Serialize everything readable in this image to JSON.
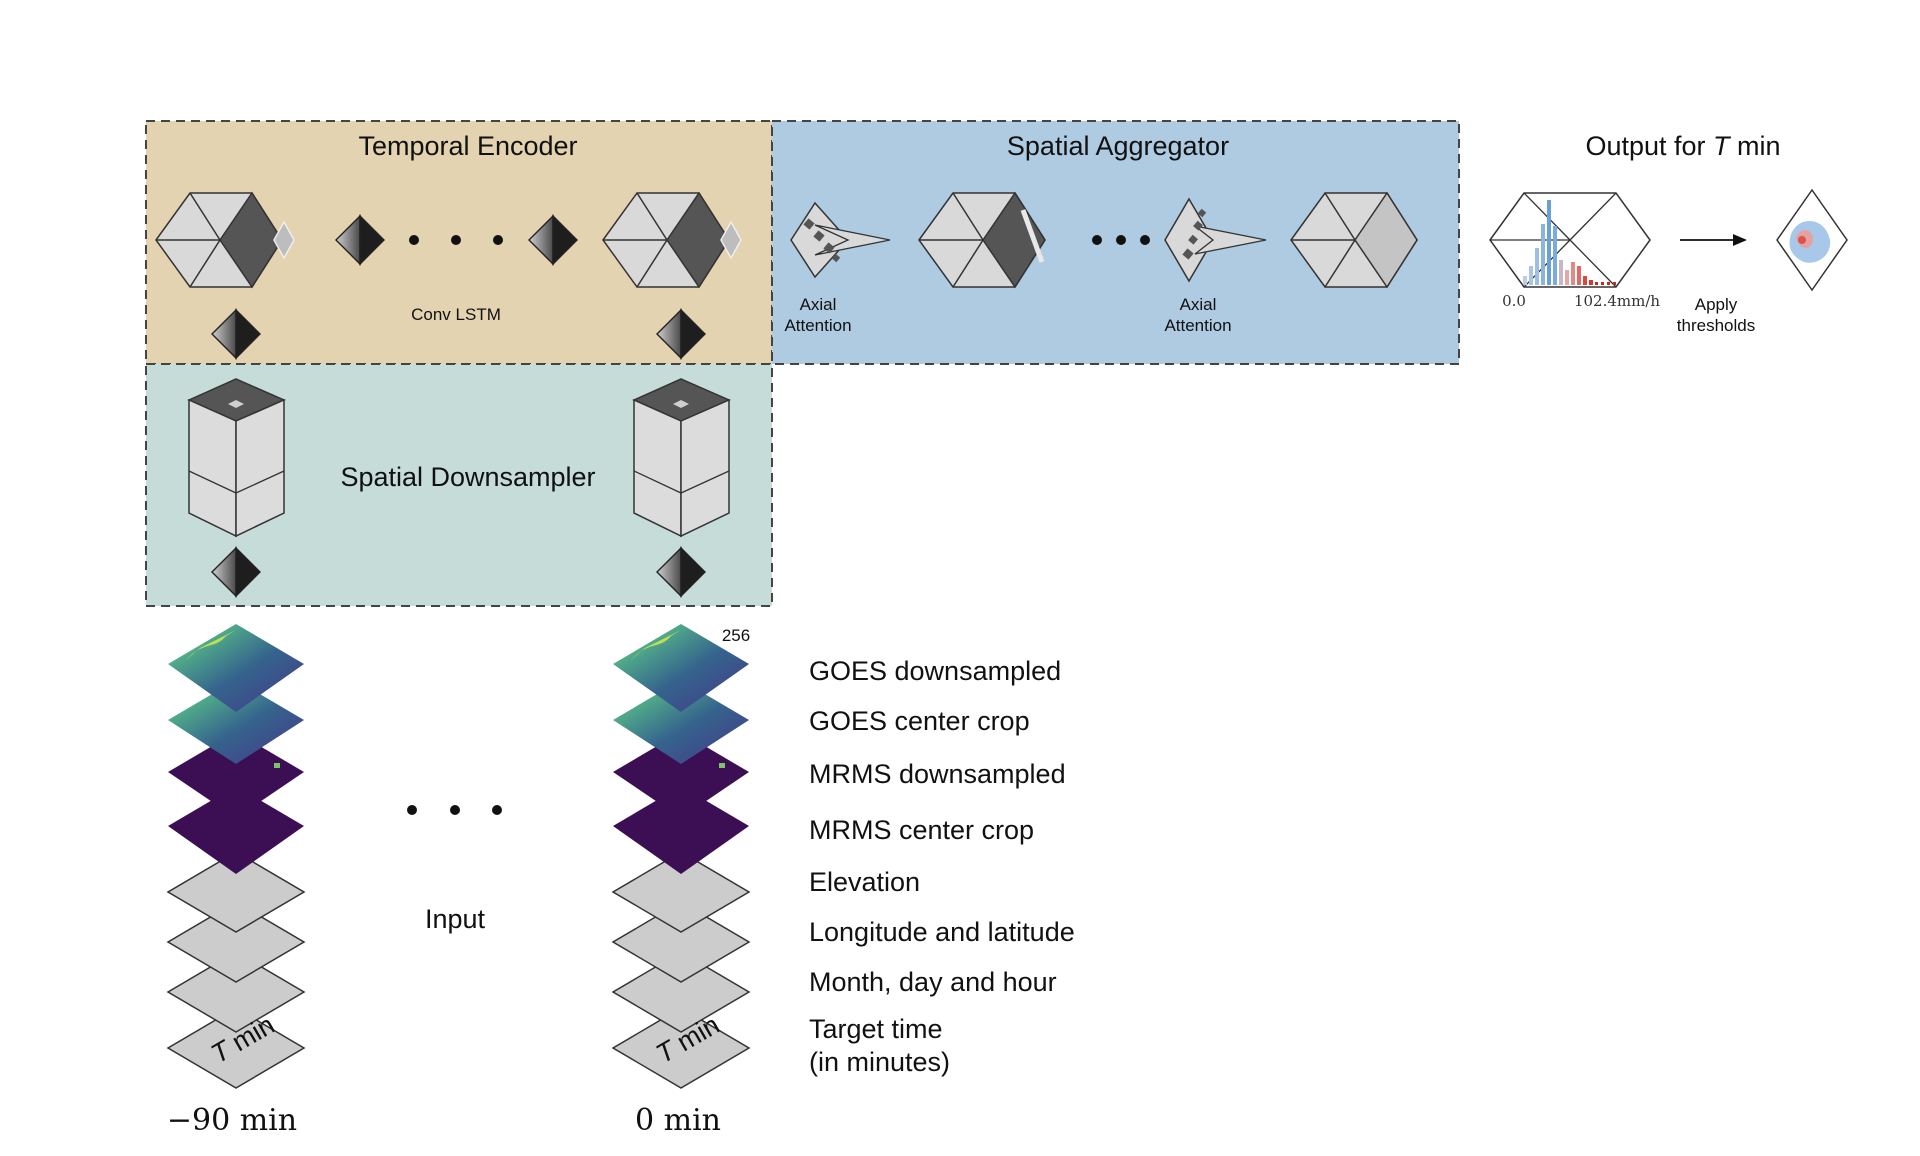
{
  "panels": {
    "temporal_encoder": {
      "title": "Temporal Encoder",
      "conv_label": "Conv LSTM"
    },
    "spatial_aggregator": {
      "title": "Spatial Aggregator",
      "attention_label_1": "Axial",
      "attention_label_2": "Attention"
    },
    "spatial_downsampler": {
      "title": "Spatial Downsampler"
    },
    "output": {
      "title_prefix": "Output for ",
      "title_var": "T",
      "title_suffix": " min",
      "hist_min": "0.0",
      "hist_max": "102.4mm/h",
      "apply_1": "Apply",
      "apply_2": "thresholds"
    }
  },
  "input": {
    "label": "Input",
    "size_label": "256",
    "time_left": "−90 min",
    "time_right": "0 min",
    "tmin_var": "T",
    "tmin_suffix": " min",
    "layers": [
      "GOES downsampled",
      "GOES center crop",
      "MRMS downsampled",
      "MRMS center crop",
      "Elevation",
      "Longitude and latitude",
      "Month, day and hour",
      "Target time",
      "(in minutes)"
    ]
  },
  "colors": {
    "temporal_bg": "#e3d3b0",
    "aggregator_bg": "#aecbe2",
    "downsampler_bg": "#c5dcd8",
    "goes_dark": "#35638d",
    "goes_light": "#c8e24a",
    "mrms": "#3c0f54",
    "static_layer": "#cccccc"
  }
}
